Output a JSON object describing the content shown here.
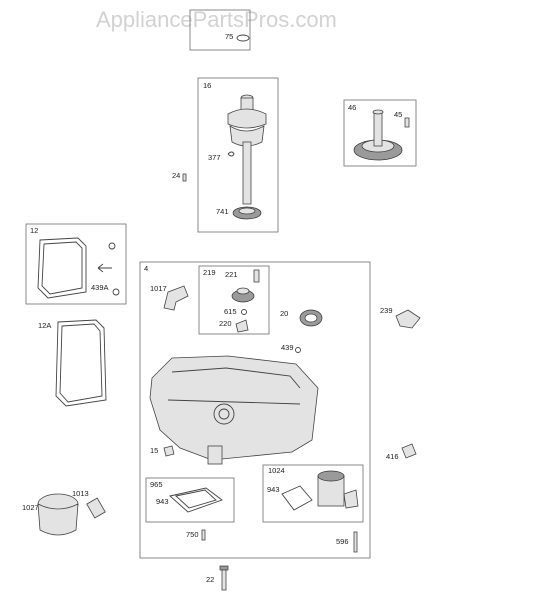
{
  "watermark": "AppliancePartsPros.com",
  "labels": {
    "l75": "75",
    "l16": "16",
    "l377": "377",
    "l741": "741",
    "l24": "24",
    "l46": "46",
    "l45": "45",
    "l12": "12",
    "l439A": "439A",
    "l12A": "12A",
    "l4": "4",
    "l219": "219",
    "l221": "221",
    "l615": "615",
    "l220": "220",
    "l1017": "1017",
    "l20": "20",
    "l439": "439",
    "l239": "239",
    "l15": "15",
    "l416": "416",
    "l965": "965",
    "l943a": "943",
    "l1024": "1024",
    "l943b": "943",
    "l750": "750",
    "l596": "596",
    "l22": "22",
    "l1027": "1027",
    "l1013": "1013"
  }
}
